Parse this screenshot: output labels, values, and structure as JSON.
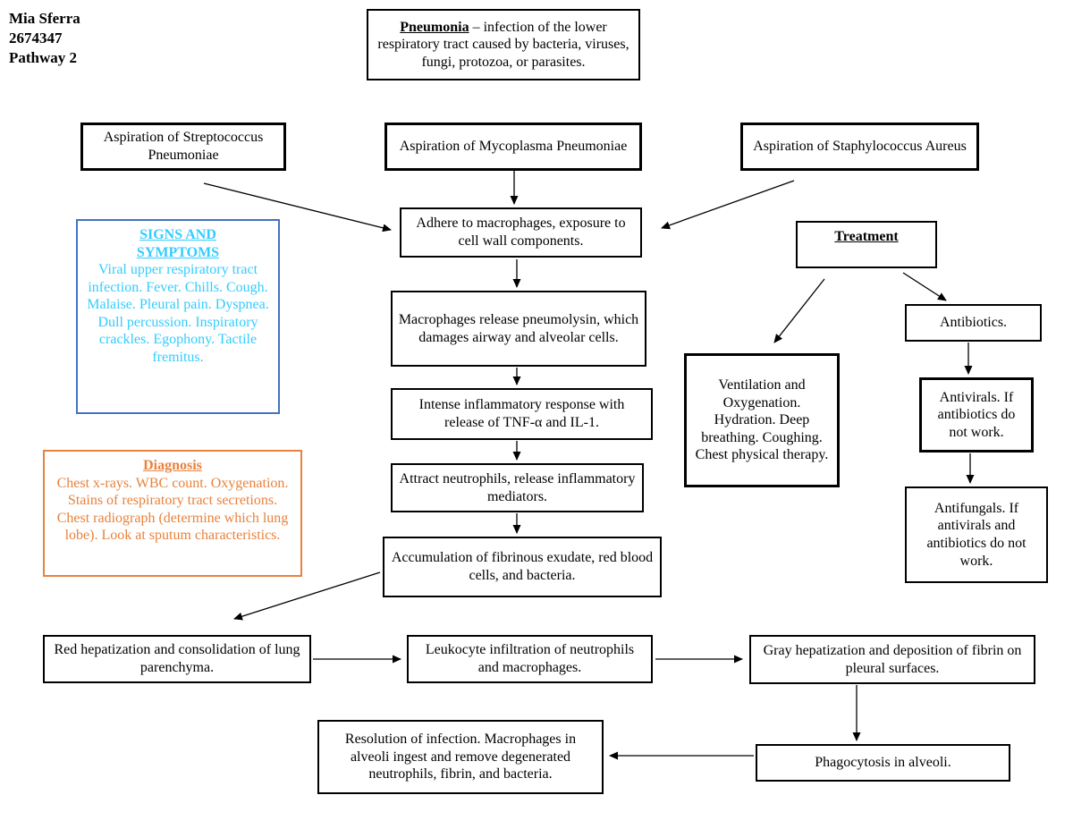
{
  "header": {
    "name": "Mia Sferra",
    "id": "2674347",
    "pathway": "Pathway 2"
  },
  "title_box": {
    "term": "Pneumonia",
    "definition": " – infection of the lower respiratory tract caused by bacteria, viruses, fungi, protozoa, or parasites."
  },
  "causes": {
    "streptococcus": "Aspiration of Streptococcus Pneumoniae",
    "mycoplasma": "Aspiration of Mycoplasma Pneumoniae",
    "staphylococcus": "Aspiration of Staphylococcus Aureus"
  },
  "pathway_steps": {
    "adhere": "Adhere to macrophages, exposure to cell wall components.",
    "macrophages": "Macrophages release pneumolysin, which damages airway and alveolar cells.",
    "inflammatory": "Intense inflammatory response with release of TNF-α and IL-1.",
    "neutrophils": "Attract neutrophils, release inflammatory mediators.",
    "accumulation": "Accumulation of fibrinous exudate, red blood cells, and bacteria.",
    "red_hepatization": "Red hepatization and consolidation of lung parenchyma.",
    "leukocyte": "Leukocyte infiltration of neutrophils and macrophages.",
    "gray_hepatization": "Gray hepatization and deposition of fibrin on pleural surfaces.",
    "phagocytosis": "Phagocytosis in alveoli.",
    "resolution": "Resolution of infection. Macrophages in alveoli ingest and remove degenerated neutrophils, fibrin, and bacteria."
  },
  "signs_symptoms": {
    "heading": "SIGNS AND SYMPTOMS",
    "body": "Viral upper respiratory tract infection. Fever. Chills. Cough. Malaise. Pleural pain. Dyspnea. Dull percussion. Inspiratory crackles. Egophony. Tactile fremitus.",
    "text_color": "#33CCFF",
    "border_color": "#4472C4"
  },
  "diagnosis": {
    "heading": "Diagnosis",
    "body": "Chest x-rays. WBC count. Oxygenation. Stains of respiratory tract secretions. Chest radiograph (determine which lung lobe). Look at sputum characteristics.",
    "color": "#E8823C"
  },
  "treatment": {
    "heading": "Treatment",
    "ventilation": "Ventilation and Oxygenation. Hydration. Deep breathing. Coughing. Chest physical therapy.",
    "antibiotics": "Antibiotics.",
    "antivirals": "Antivirals. If antibiotics do not work.",
    "antifungals": "Antifungals. If antivirals and antibiotics do not work."
  }
}
